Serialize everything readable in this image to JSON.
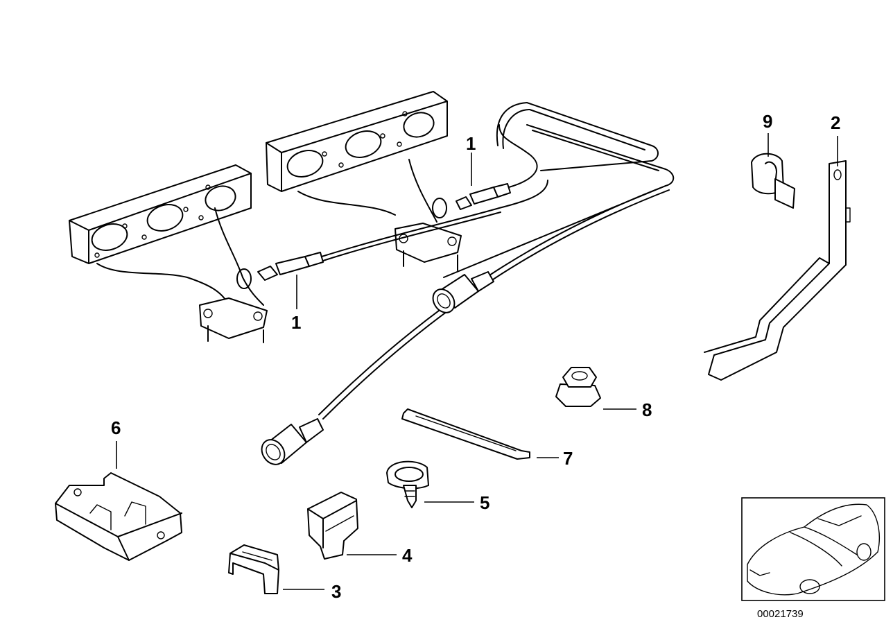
{
  "diagram": {
    "callouts": [
      {
        "id": "1a",
        "label": "1"
      },
      {
        "id": "1b",
        "label": "1"
      },
      {
        "id": "2",
        "label": "2"
      },
      {
        "id": "3",
        "label": "3"
      },
      {
        "id": "4",
        "label": "4"
      },
      {
        "id": "5",
        "label": "5"
      },
      {
        "id": "6",
        "label": "6"
      },
      {
        "id": "7",
        "label": "7"
      },
      {
        "id": "8",
        "label": "8"
      },
      {
        "id": "9",
        "label": "9"
      }
    ],
    "reference_number": "00021739"
  }
}
